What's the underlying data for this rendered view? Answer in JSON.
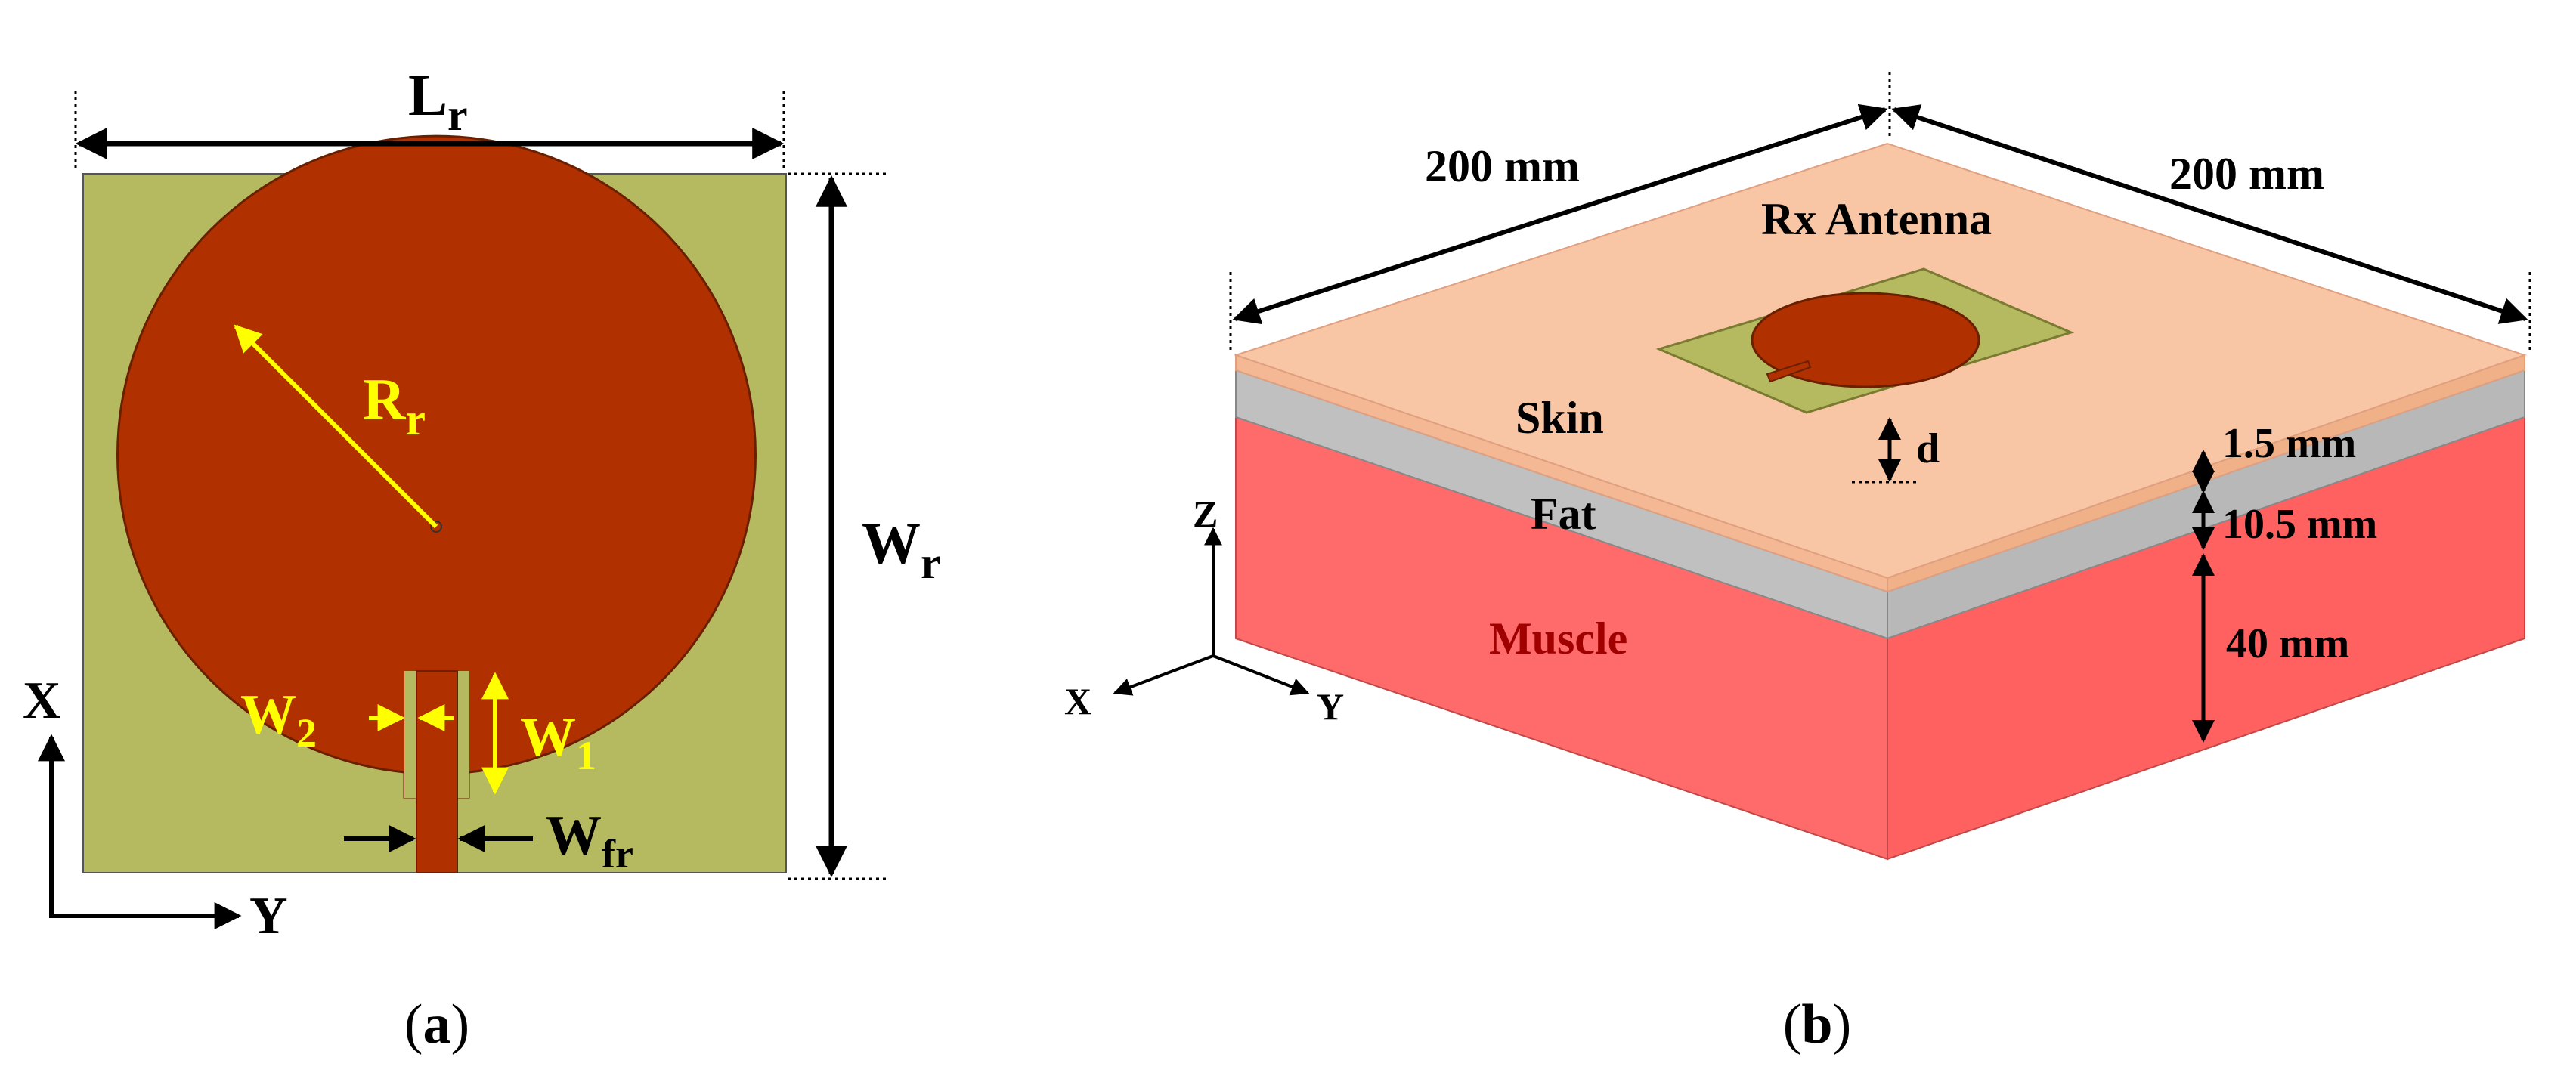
{
  "panel_a": {
    "caption_open": "(",
    "caption_letter": "a",
    "caption_close": ")",
    "labels": {
      "Lr": {
        "main": "L",
        "sub": "r"
      },
      "Wr": {
        "main": "W",
        "sub": "r"
      },
      "Rr": {
        "main": "R",
        "sub": "r"
      },
      "W1": {
        "main": "W",
        "sub": "1"
      },
      "W2": {
        "main": "W",
        "sub": "2"
      },
      "Wfr": {
        "main": "W",
        "sub": "fr"
      }
    },
    "axis_x": "X",
    "axis_y": "Y",
    "colors": {
      "substrate": "#b5ba61",
      "patch": "#b03000",
      "yellow_annotation": "#ffff00"
    }
  },
  "panel_b": {
    "caption_open": "(",
    "caption_letter": "b",
    "caption_close": ")",
    "dim_left": "200 mm",
    "dim_right": "200 mm",
    "rx_antenna": "Rx Antenna",
    "skin": "Skin",
    "fat": "Fat",
    "muscle": "Muscle",
    "d": "d",
    "skin_thickness": "1.5 mm",
    "fat_thickness": "10.5 mm",
    "muscle_thickness": "40 mm",
    "axis_z": "Z",
    "axis_x": "X",
    "axis_y": "Y",
    "colors": {
      "skin": "#f8c6a4",
      "fat": "#c0c0c0",
      "muscle": "#ff6b6b"
    }
  }
}
